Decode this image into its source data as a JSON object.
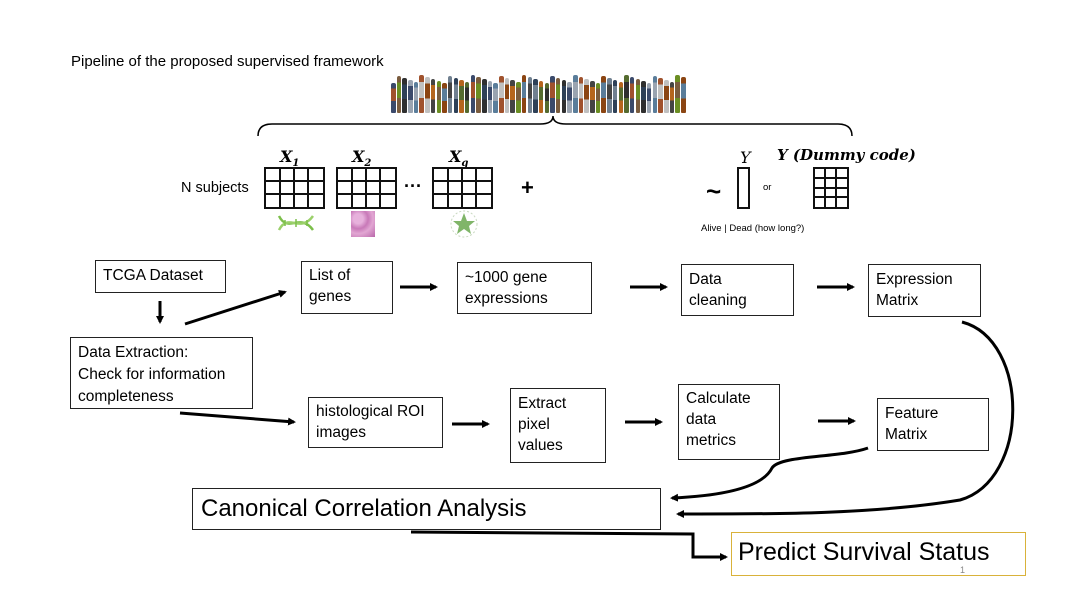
{
  "title": "Pipeline of the proposed supervised framework",
  "inputs": {
    "subjects_label": "N subjects",
    "x1_label": "X",
    "x1_sub": "1",
    "x2_label": "X",
    "x2_sub": "2",
    "xq_label": "X",
    "xq_sub": "q",
    "ellipsis": "···",
    "plus": "+",
    "tilde": "~",
    "y_label": "Y",
    "or_label": "or",
    "y_dummy_label": "Y (Dummy code)",
    "outcome_caption": "Alive | Dead (how long?)"
  },
  "boxes": {
    "tcga": "TCGA Dataset",
    "extraction": "Data Extraction:\nCheck for information\ncompleteness",
    "genes": "List of\ngenes",
    "gene_expr": "~1000 gene\nexpressions",
    "cleaning": "Data\ncleaning",
    "expr_matrix": "Expression\nMatrix",
    "histo": "histological ROI\nimages",
    "pixels": "Extract\npixel\nvalues",
    "metrics": "Calculate\ndata\nmetrics",
    "feature_matrix": "Feature\nMatrix",
    "cca": "Canonical Correlation Analysis",
    "predict": "Predict Survival Status"
  },
  "page_number": "1",
  "colors": {
    "dna": "#7cbf4a",
    "tissue": "#d48ec4",
    "cell": "#6aa84f",
    "predict_border": "#d9b23a"
  },
  "icons": [
    "crowd-image",
    "dna-icon",
    "tissue-icon",
    "cell-icon",
    "matrix-grid-icon",
    "vector-icon"
  ]
}
